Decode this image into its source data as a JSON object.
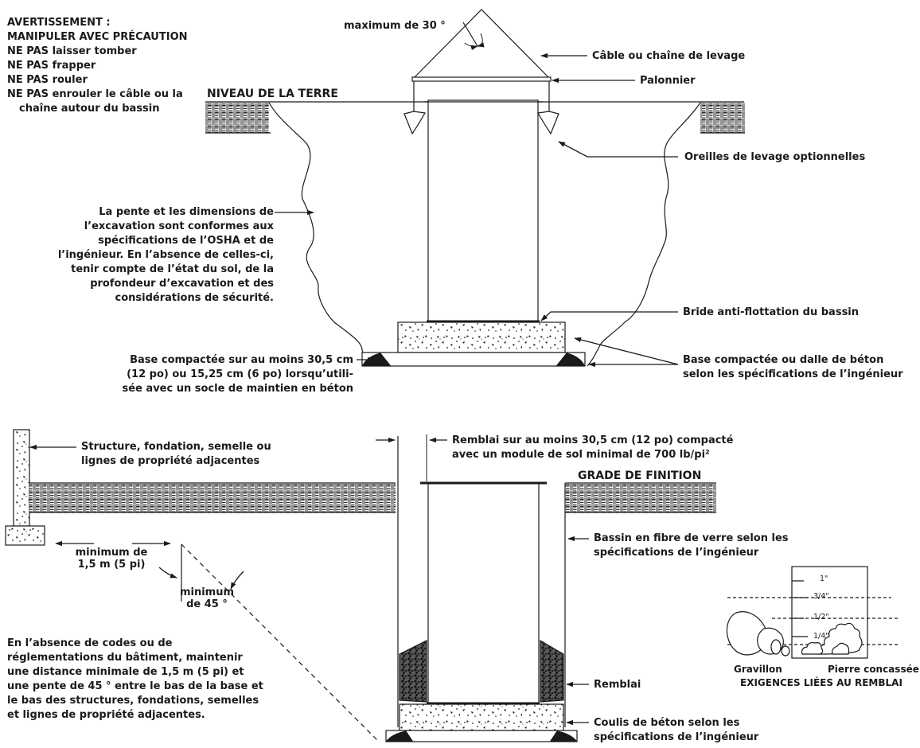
{
  "warning": {
    "title": "AVERTISSEMENT :",
    "lines": [
      "MANIPULER AVEC PRÉCAUTION",
      "NE PAS laisser tomber",
      "NE PAS frapper",
      "NE PAS rouler",
      "NE PAS enrouler le câble ou la",
      "chaîne autour du bassin"
    ]
  },
  "top": {
    "max_angle": "maximum de 30 °",
    "cable": "Câble ou chaîne de levage",
    "spreader": "Palonnier",
    "ground_level": "NIVEAU DE LA TERRE",
    "lifting_ears": "Oreilles de levage optionnelles",
    "excavation_note": [
      "La pente et les dimensions de",
      "l’excavation sont conformes aux",
      "spécifications de l’OSHA et de",
      "l’ingénieur. En l’absence de celles-ci,",
      "tenir compte de l’état du sol, de la",
      "profondeur d’excavation et des",
      "considérations de sécurité."
    ],
    "flange": "Bride anti-flottation du bassin",
    "base_left": [
      "Base compactée sur au moins 30,5 cm",
      "(12 po) ou 15,25 cm (6 po) lorsqu’utili-",
      "sée avec un socle de maintien en béton"
    ],
    "base_right": [
      "Base compactée ou dalle de béton",
      "selon les spécifications de l’ingénieur"
    ]
  },
  "bottom": {
    "structure": [
      "Structure, fondation, semelle ou",
      "lignes de propriété adjacentes"
    ],
    "backfill_req": [
      "Remblai sur au moins 30,5 cm (12 po) compacté",
      "avec un module de sol minimal de 700 lb/pi²"
    ],
    "finish_grade": "GRADE DE FINITION",
    "fiberglass": [
      "Bassin en fibre de verre selon les",
      "spécifications de l’ingénieur"
    ],
    "min_distance": [
      "minimum de",
      "1,5 m (5 pi)"
    ],
    "min_angle": [
      "minimum",
      "de 45 °"
    ],
    "code_note": [
      "En l’absence de codes ou de",
      "réglementations du bâtiment, maintenir",
      "une distance minimale de 1,5 m (5 pi) et",
      "une pente de 45 ° entre le bas de la base et",
      "le bas des structures, fondations, semelles",
      "et lignes de propriété adjacentes."
    ],
    "backfill": "Remblai",
    "grout": [
      "Coulis de béton selon les",
      "spécifications de l’ingénieur"
    ]
  },
  "gauge": {
    "ticks": [
      "1\"",
      "3/4\"",
      "1/2\"",
      "1/4\""
    ],
    "gravel": "Gravillon",
    "crushed": "Pierre concassée",
    "title": "EXIGENCES LIÉES AU REMBLAI"
  }
}
